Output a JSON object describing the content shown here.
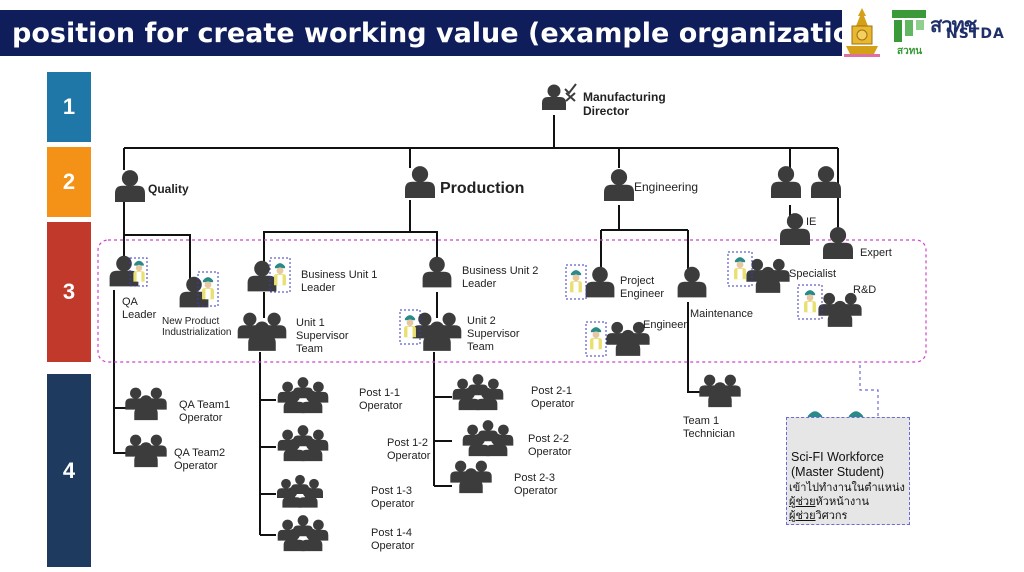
{
  "header": {
    "title": "position for create working value (example organization model)",
    "logo_left": "university-crest",
    "logo_right_th": "สวทช",
    "logo_right_en": "NSTDA",
    "logo_right_sub": "สวทน"
  },
  "levels": [
    {
      "label": "1",
      "color": "#1f77a8"
    },
    {
      "label": "2",
      "color": "#f39217"
    },
    {
      "label": "3",
      "color": "#c0392b"
    },
    {
      "label": "4",
      "color": "#1e3a5f"
    }
  ],
  "nodes": {
    "director": "Manufacturing Director",
    "quality": "Quality",
    "production": "Production",
    "engineering": "Engineering",
    "ie": "IE",
    "expert": "Expert",
    "qa_leader": "QA Leader",
    "npi": "New Product Industrialization",
    "bu1_leader": "Business Unit 1 Leader",
    "bu2_leader": "Business Unit 2 Leader",
    "unit1_sup": "Unit 1 Supervisor Team",
    "unit2_sup": "Unit 2 Supervisor Team",
    "project_engineer": "Project Engineer",
    "engineer": "Engineer",
    "maintenance": "Maintenance",
    "specialist": "Specialist",
    "rnd": "R&D",
    "qa_team1": "QA Team1 Operator",
    "qa_team2": "QA Team2 Operator",
    "post_1_1": "Post 1-1 Operator",
    "post_1_2": "Post 1-2 Operator",
    "post_1_3": "Post 1-3 Operator",
    "post_1_4": "Post 1-4 Operator",
    "post_2_1": "Post 2-1 Operator",
    "post_2_2": "Post 2-2 Operator",
    "post_2_3": "Post 2-3 Operator",
    "team1_tech": "Team 1 Technician"
  },
  "scifi": {
    "title_line1": "Sci-FI Workforce",
    "title_line2": "(Master Student)",
    "desc_line1": "เข้าไปทำงานในตำแหน่ง",
    "desc_line2_u": "ผู้ช่วย",
    "desc_line2_rest": "หัวหน้างาน",
    "desc_line3_u": "ผู้ช่วย",
    "desc_line3_rest": "วิศวกร"
  },
  "colors": {
    "title_bg": "#0f1e5a",
    "person": "#3c3c3c",
    "scope_border": "#cc44cc",
    "scifi_border": "#6a6ad8"
  }
}
